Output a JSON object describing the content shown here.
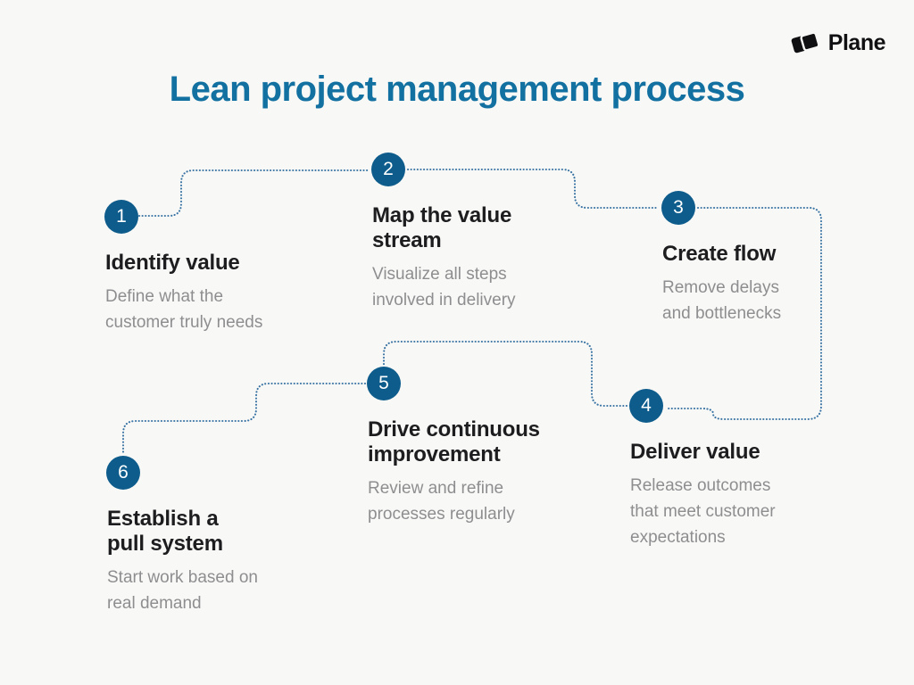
{
  "logo": {
    "brand": "Plane",
    "mark_icon": "plane-logo-mark"
  },
  "title": "Lean project management process",
  "colors": {
    "background": "#f8f8f6",
    "title": "#1371a1",
    "step_circle": "#0d5c8c",
    "dotted_line": "#3a74a4",
    "heading_text": "#1d1d1f",
    "description_text": "#8e8e90",
    "brand_text": "#101012"
  },
  "steps": [
    {
      "number": "1",
      "title": "Identify value",
      "description": "Define what the\ncustomer truly needs"
    },
    {
      "number": "2",
      "title": "Map the value\nstream",
      "description": "Visualize all steps\ninvolved in delivery"
    },
    {
      "number": "3",
      "title": "Create flow",
      "description": "Remove delays\nand bottlenecks"
    },
    {
      "number": "4",
      "title": "Deliver value",
      "description": "Release outcomes\nthat meet customer\nexpectations"
    },
    {
      "number": "5",
      "title": "Drive continuous\nimprovement",
      "description": "Review and refine\nprocesses regularly"
    },
    {
      "number": "6",
      "title": "Establish a\npull system",
      "description": "Start work based on\nreal demand"
    }
  ]
}
